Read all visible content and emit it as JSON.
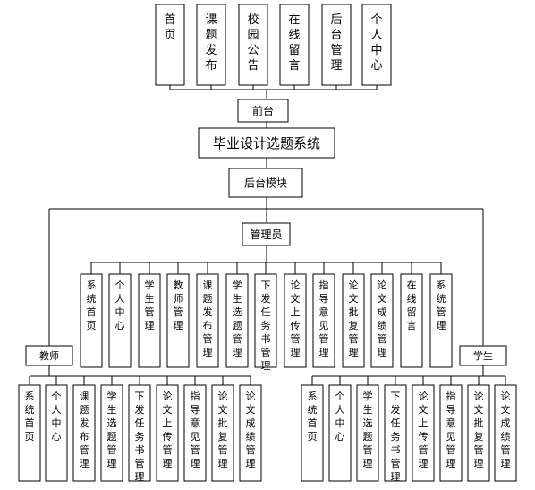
{
  "diagram": {
    "type": "org-tree",
    "stroke_color": "#000000",
    "background": "#ffffff",
    "front_label": "前台",
    "front_items": [
      "首页",
      "课题发布",
      "校园公告",
      "在线留言",
      "后台管理",
      "个人中心"
    ],
    "system_title": "毕业设计选题系统",
    "backend_label": "后台模块",
    "admin_label": "管理员",
    "admin_items": [
      "系统首页",
      "个人中心",
      "学生管理",
      "教师管理",
      "课题发布管理",
      "学生选题管理",
      "下发任务书管理",
      "论文上传管理",
      "指导意见管理",
      "论文批复管理",
      "论文成绩管理",
      "在线留言",
      "系统管理"
    ],
    "teacher_label": "教师",
    "teacher_items": [
      "系统首页",
      "个人中心",
      "课题发布管理",
      "学生选题管理",
      "下发任务书管理",
      "论文上传管理",
      "指导意见管理",
      "论文批复管理",
      "论文成绩管理"
    ],
    "student_label": "学生",
    "student_items": [
      "系统首页",
      "个人中心",
      "学生选题管理",
      "下发任务书管理",
      "论文上传管理",
      "指导意见管理",
      "论文批复管理",
      "论文成绩管理"
    ]
  }
}
